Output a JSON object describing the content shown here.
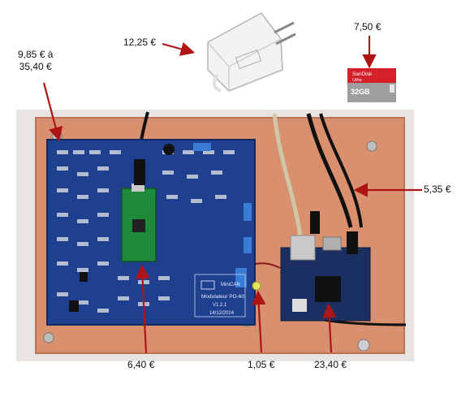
{
  "prices": {
    "power_supply": "12,25 €",
    "sd_card": "7,50 €",
    "pcb_range_line1": "9,85 € à",
    "pcb_range_line2": "35,40 €",
    "cables": "5,35 €",
    "pico": "6,40 €",
    "led": "1,05 €",
    "sbc": "23,40 €"
  },
  "board_label": {
    "brand": "MiniCAN",
    "title": "Modulateur PO-60",
    "version": "V1.2.1",
    "date": "14/12/2024"
  },
  "sd_card": {
    "brand": "SanDisk",
    "line": "Ultra",
    "capacity": "32GB"
  },
  "colors": {
    "arrow": "#b01515",
    "pcb_blue": "#1f3f8f",
    "copper": "#d9906f",
    "pico_green": "#1f8a3a",
    "sd_red": "#d4202a"
  }
}
